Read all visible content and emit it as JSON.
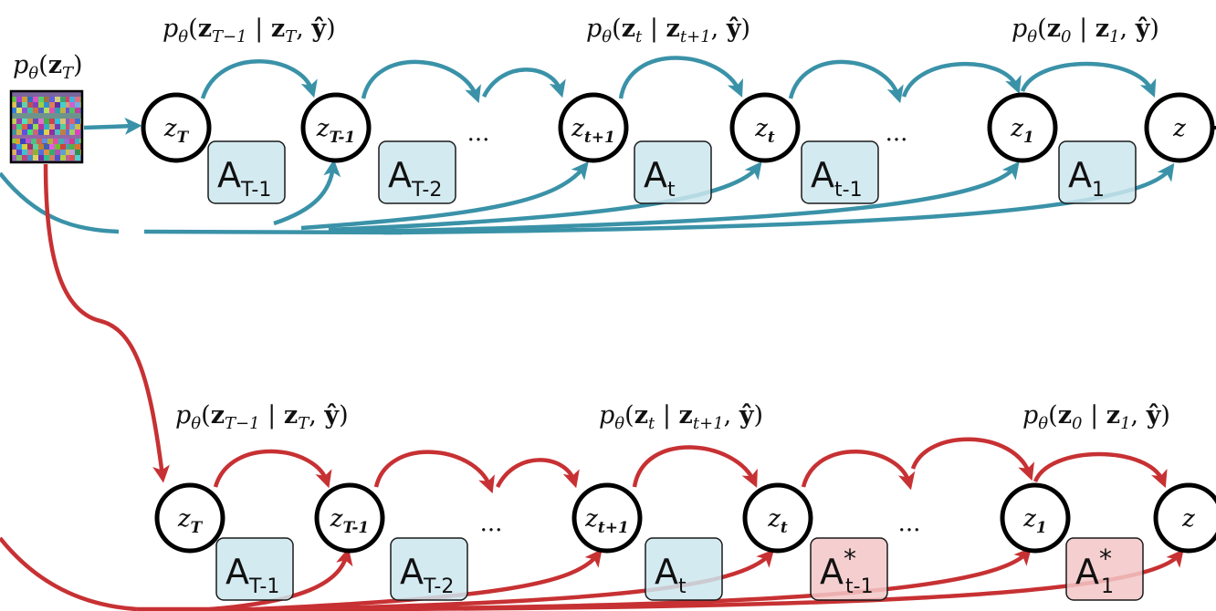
{
  "colors": {
    "top_arrow": "#3a92a8",
    "bottom_arrow": "#c73133",
    "box_blue_fill": "#cde6ee",
    "box_red_fill": "#f3c7c7",
    "node_stroke": "#000000"
  },
  "prior_label": {
    "p": "p",
    "theta": "θ",
    "arg": "z",
    "sub": "T"
  },
  "top_chain": {
    "nodes": [
      {
        "main": "z",
        "sub": "T"
      },
      {
        "main": "z",
        "sub": "T-1"
      },
      {
        "main": "z",
        "sub": "t+1"
      },
      {
        "main": "z",
        "sub": "t"
      },
      {
        "main": "z",
        "sub": "1"
      },
      {
        "main": "z",
        "sub": ""
      }
    ],
    "ellipses": [
      "...",
      "..."
    ],
    "boxes": [
      {
        "letter": "A",
        "sub": "T-1",
        "star": ""
      },
      {
        "letter": "A",
        "sub": "T-2",
        "star": ""
      },
      {
        "letter": "A",
        "sub": "t",
        "star": ""
      },
      {
        "letter": "A",
        "sub": "t-1",
        "star": ""
      },
      {
        "letter": "A",
        "sub": "1",
        "star": ""
      }
    ],
    "transitions": [
      {
        "lhs": "z",
        "lhs_sub": "T−1",
        "rhs": "z",
        "rhs_sub": "T",
        "cond": "ŷ"
      },
      {
        "lhs": "z",
        "lhs_sub": "t",
        "rhs": "z",
        "rhs_sub": "t+1",
        "cond": "ŷ"
      },
      {
        "lhs": "z",
        "lhs_sub": "0",
        "rhs": "z",
        "rhs_sub": "1",
        "cond": "ŷ"
      }
    ]
  },
  "bottom_chain": {
    "nodes": [
      {
        "main": "z",
        "sub": "T"
      },
      {
        "main": "z",
        "sub": "T-1"
      },
      {
        "main": "z",
        "sub": "t+1"
      },
      {
        "main": "z",
        "sub": "t"
      },
      {
        "main": "z",
        "sub": "1"
      },
      {
        "main": "z",
        "sub": ""
      }
    ],
    "ellipses": [
      "...",
      "..."
    ],
    "boxes": [
      {
        "letter": "A",
        "sub": "T-1",
        "star": ""
      },
      {
        "letter": "A",
        "sub": "T-2",
        "star": ""
      },
      {
        "letter": "A",
        "sub": "t",
        "star": ""
      },
      {
        "letter": "A",
        "sub": "t-1",
        "star": "*"
      },
      {
        "letter": "A",
        "sub": "1",
        "star": "*"
      }
    ],
    "transitions": [
      {
        "lhs": "z",
        "lhs_sub": "T−1",
        "rhs": "z",
        "rhs_sub": "T",
        "cond": "ŷ"
      },
      {
        "lhs": "z",
        "lhs_sub": "t",
        "rhs": "z",
        "rhs_sub": "t+1",
        "cond": "ŷ"
      },
      {
        "lhs": "z",
        "lhs_sub": "0",
        "rhs": "z",
        "rhs_sub": "1",
        "cond": "ŷ"
      }
    ]
  }
}
